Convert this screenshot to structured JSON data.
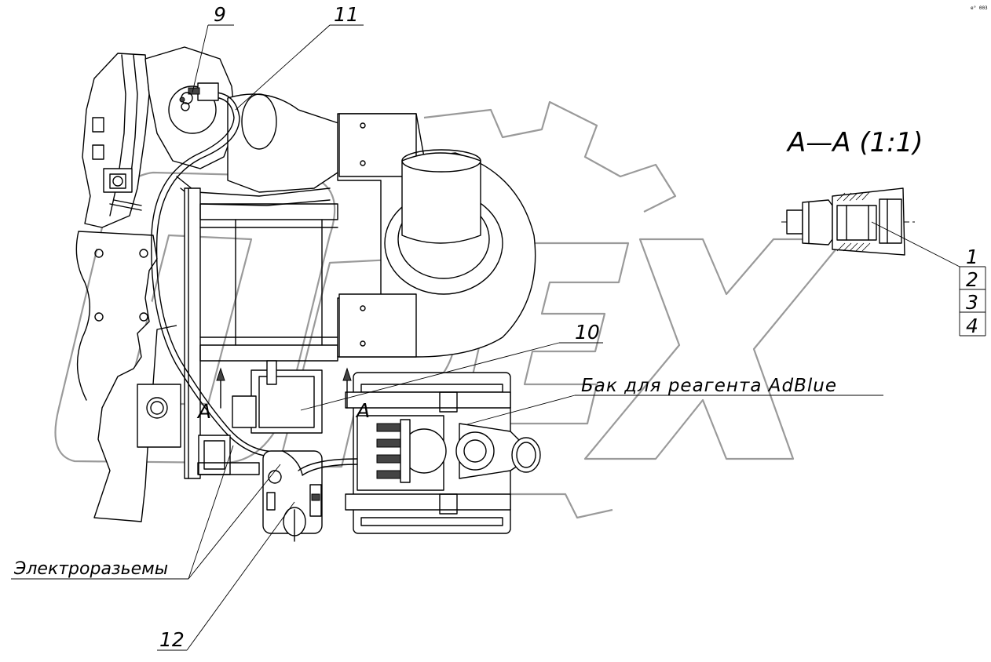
{
  "drawing": {
    "section_view": "А—А (1:1)",
    "section_mark_left": "А",
    "section_mark_right": "А",
    "corner_code": "e° 003",
    "callouts": {
      "c9": "9",
      "c11": "11",
      "c10": "10",
      "c12": "12"
    },
    "stack_callouts": [
      "1",
      "2",
      "3",
      "4"
    ],
    "tank_label": "Бак для реагента AdBlue",
    "connectors_label": "Электроразьемы"
  }
}
